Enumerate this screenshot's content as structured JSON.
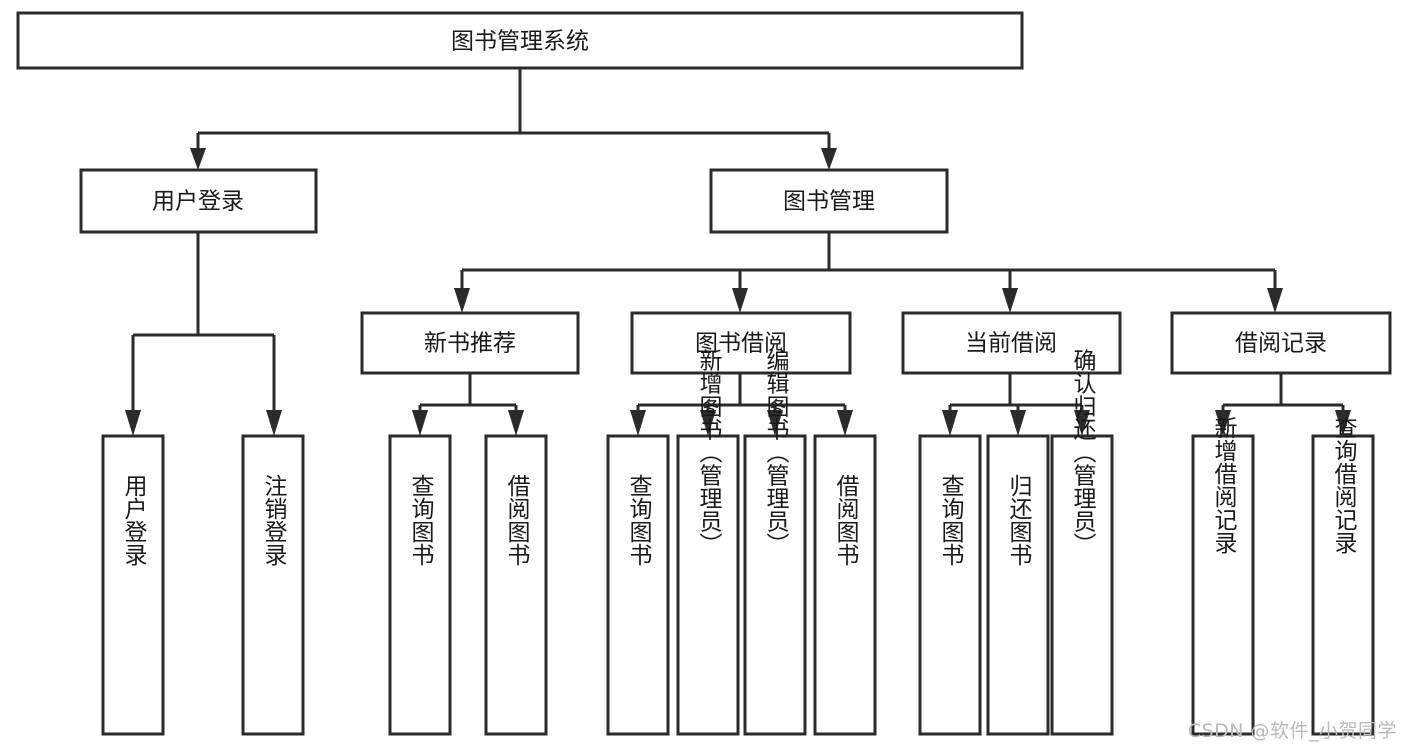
{
  "diagram": {
    "type": "tree-structure-chart",
    "title": "图书管理系统",
    "orientation": "top-down",
    "colors": {
      "box_stroke": "#2b2b2b",
      "box_fill": "#ffffff",
      "connector": "#2b2b2b",
      "label_text": "#1a1a1a",
      "background": "#ffffff",
      "watermark": "#b9b9b9"
    },
    "levels": {
      "root": "图书管理系统",
      "level2": [
        "用户登录",
        "图书管理"
      ],
      "level3": [
        "新书推荐",
        "图书借阅",
        "当前借阅",
        "借阅记录"
      ],
      "level4_count": 13
    }
  },
  "nodes": {
    "root": {
      "label": "图书管理系统"
    },
    "user_login": {
      "label": "用户登录"
    },
    "book_manage": {
      "label": "图书管理"
    },
    "new_book_rec": {
      "label": "新书推荐"
    },
    "book_borrow": {
      "label": "图书借阅"
    },
    "current_borrow": {
      "label": "当前借阅"
    },
    "borrow_record": {
      "label": "借阅记录"
    },
    "leaf_user_login": {
      "label": "用户登录"
    },
    "leaf_logout_login": {
      "label": "注销登录"
    },
    "leaf_query_book_1": {
      "label": "查询图书"
    },
    "leaf_borrow_book_1": {
      "label": "借阅图书"
    },
    "leaf_query_book_2": {
      "label": "查询图书"
    },
    "leaf_add_book_admin": {
      "label": "新增图书（管理员）"
    },
    "leaf_edit_book_admin": {
      "label": "编辑图书（管理员）"
    },
    "leaf_borrow_book_2": {
      "label": "借阅图书"
    },
    "leaf_query_book_3": {
      "label": "查询图书"
    },
    "leaf_return_book": {
      "label": "归还图书"
    },
    "leaf_confirm_return_admin": {
      "label": "确认归还（管理员）"
    },
    "leaf_add_borrow_record": {
      "label": "新增借阅记录"
    },
    "leaf_query_borrow_record": {
      "label": "查询借阅记录"
    }
  },
  "edges": [
    {
      "from": "root",
      "to": "user_login"
    },
    {
      "from": "root",
      "to": "book_manage"
    },
    {
      "from": "user_login",
      "to": "leaf_user_login"
    },
    {
      "from": "user_login",
      "to": "leaf_logout_login"
    },
    {
      "from": "book_manage",
      "to": "new_book_rec"
    },
    {
      "from": "book_manage",
      "to": "book_borrow"
    },
    {
      "from": "book_manage",
      "to": "current_borrow"
    },
    {
      "from": "book_manage",
      "to": "borrow_record"
    },
    {
      "from": "new_book_rec",
      "to": "leaf_query_book_1"
    },
    {
      "from": "new_book_rec",
      "to": "leaf_borrow_book_1"
    },
    {
      "from": "book_borrow",
      "to": "leaf_query_book_2"
    },
    {
      "from": "book_borrow",
      "to": "leaf_add_book_admin"
    },
    {
      "from": "book_borrow",
      "to": "leaf_edit_book_admin"
    },
    {
      "from": "book_borrow",
      "to": "leaf_borrow_book_2"
    },
    {
      "from": "current_borrow",
      "to": "leaf_query_book_3"
    },
    {
      "from": "current_borrow",
      "to": "leaf_return_book"
    },
    {
      "from": "current_borrow",
      "to": "leaf_confirm_return_admin"
    },
    {
      "from": "borrow_record",
      "to": "leaf_add_borrow_record"
    },
    {
      "from": "borrow_record",
      "to": "leaf_query_borrow_record"
    }
  ],
  "watermark": {
    "text": "CSDN @软件_小贺同学"
  }
}
